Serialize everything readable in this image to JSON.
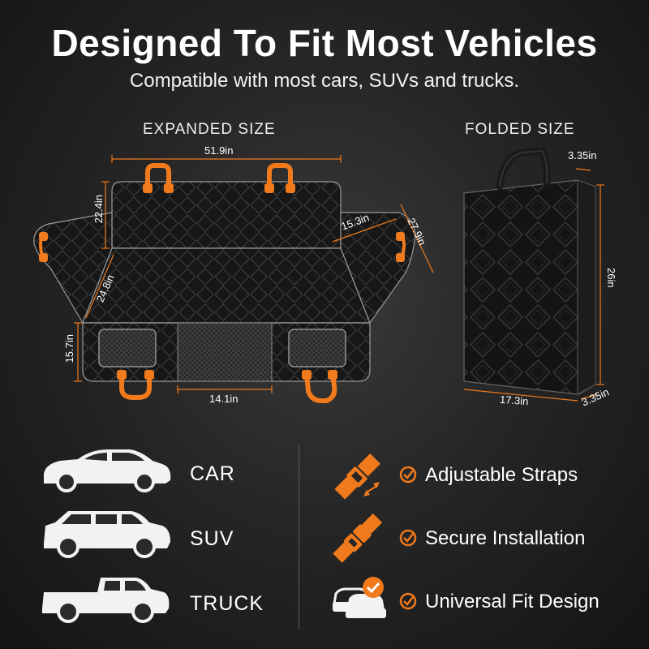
{
  "header": {
    "title": "Designed To Fit Most Vehicles",
    "subtitle": "Compatible with most cars, SUVs and trucks."
  },
  "expanded": {
    "label": "EXPANDED SIZE",
    "dims": {
      "top_width": "51.9in",
      "back_height": "22.4in",
      "side_width": "15.3in",
      "side_height": "27.9in",
      "diagonal": "24.8in",
      "front_height": "15.7in",
      "mesh_width": "14.1in"
    }
  },
  "folded": {
    "label": "FOLDED SIZE",
    "dims": {
      "top_depth": "3.35in",
      "height": "26in",
      "width": "17.3in",
      "bottom_depth": "3.35in"
    }
  },
  "vehicles": [
    {
      "label": "CAR",
      "icon": "car-icon"
    },
    {
      "label": "SUV",
      "icon": "suv-icon"
    },
    {
      "label": "TRUCK",
      "icon": "truck-icon"
    }
  ],
  "features": [
    {
      "label": "Adjustable Straps",
      "icon": "adjustable-strap-icon"
    },
    {
      "label": "Secure Installation",
      "icon": "buckle-icon"
    },
    {
      "label": "Universal Fit Design",
      "icon": "cars-check-icon"
    }
  ],
  "colors": {
    "accent": "#f07a1c",
    "background": "#262626",
    "text": "#ffffff"
  }
}
